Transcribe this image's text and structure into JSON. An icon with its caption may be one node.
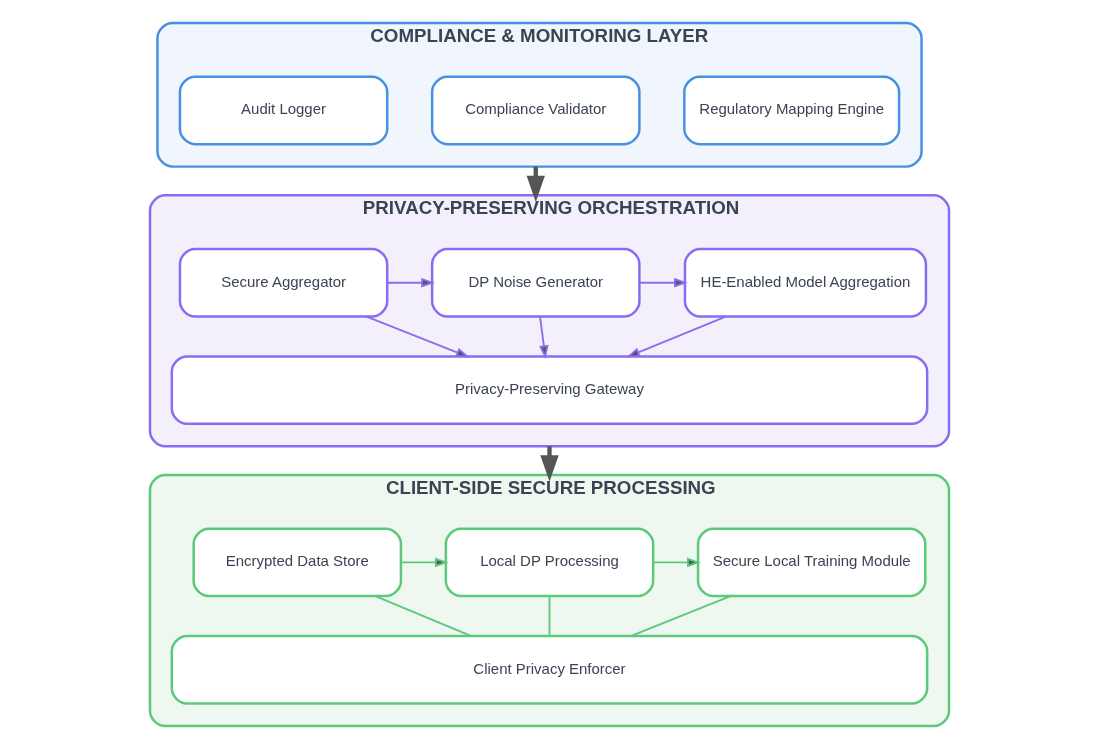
{
  "diagram": {
    "nodes": [
      {
        "text": [
          "COMPLIANCE & MONITORING LAYER"
        ]
      },
      {
        "text": [
          "Audit Logger"
        ],
        "in": 0
      },
      {
        "text": [
          "Compliance Validator"
        ],
        "in": 0
      },
      {
        "text": [
          "Regulatory Mapping Engine"
        ],
        "in": 0
      },
      {
        "text": [
          "PRIVACY-PRESERVING ORCHESTRATION"
        ]
      },
      {
        "text": [
          "Secure Aggregator"
        ],
        "in": 4
      },
      {
        "text": [
          "DP Noise Generator"
        ],
        "in": 4
      },
      {
        "text": [
          "HE-Enabled Model Aggregation"
        ],
        "in": 4
      },
      {
        "text": [
          "Privacy-Preserving Gateway"
        ],
        "in": 4
      },
      {
        "text": [
          "CLIENT-SIDE SECURE PROCESSING"
        ]
      },
      {
        "text": [
          "Encrypted Data Store"
        ],
        "in": 9
      },
      {
        "text": [
          "Local DP Processing"
        ],
        "in": 9
      },
      {
        "text": [
          "Secure Local Training Module"
        ],
        "in": 9
      },
      {
        "text": [
          "Client Privacy Enforcer"
        ],
        "in": 9
      }
    ],
    "edges": [
      {
        "from": 0,
        "to": 4,
        "arrow": "to",
        "color": "#555555",
        "style": "thick"
      },
      {
        "from": 5,
        "to": 6,
        "arrow": "to",
        "color": "#8b6cf0"
      },
      {
        "from": 6,
        "to": 7,
        "arrow": "to",
        "color": "#8b6cf0"
      },
      {
        "from": 5,
        "to": 8,
        "arrow": "to",
        "color": "#8b6cf0"
      },
      {
        "from": 6,
        "to": 8,
        "arrow": "to",
        "color": "#8b6cf0"
      },
      {
        "from": 7,
        "to": 8,
        "arrow": "to",
        "color": "#8b6cf0"
      },
      {
        "from": 4,
        "to": 9,
        "arrow": "to",
        "color": "#555555",
        "style": "thick"
      },
      {
        "from": 10,
        "to": 11,
        "arrow": "to",
        "color": "#5cc97a"
      },
      {
        "from": 11,
        "to": 12,
        "arrow": "to",
        "color": "#5cc97a"
      },
      {
        "from": 10,
        "to": 13,
        "arrow": "none",
        "color": "#5cc97a"
      },
      {
        "from": 11,
        "to": 13,
        "arrow": "none",
        "color": "#5cc97a"
      },
      {
        "from": 12,
        "to": 13,
        "arrow": "none",
        "color": "#5cc97a"
      }
    ]
  }
}
